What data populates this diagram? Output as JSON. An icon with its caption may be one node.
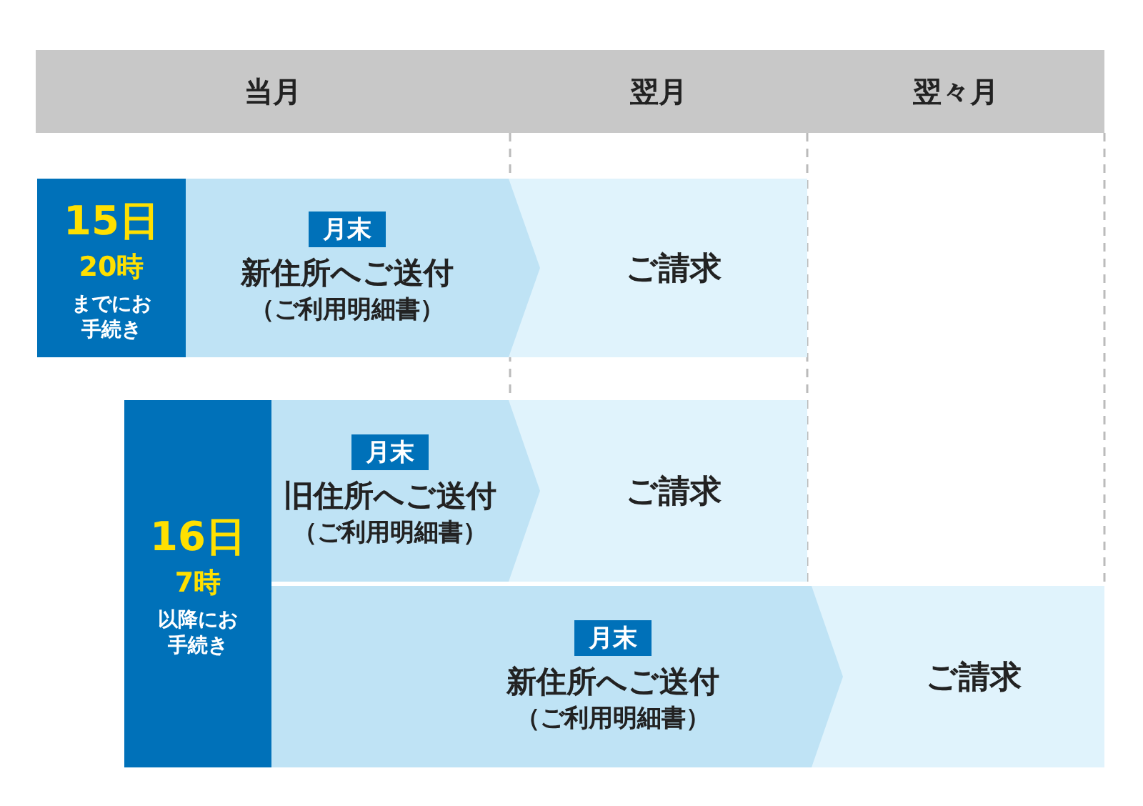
{
  "diagram": {
    "nodes": [
      {
        "text": [
          "当月"
        ]
      },
      {
        "text": [
          "翌月"
        ]
      },
      {
        "text": [
          "翌々月"
        ]
      },
      {
        "text": [
          "15日",
          "20時",
          "までにお手続き"
        ]
      },
      {
        "text": [
          "新住所へご送付",
          "（ご利用明細書）"
        ]
      },
      {
        "text": [
          "月末"
        ],
        "in": 4
      },
      {
        "text": [
          "ご請求"
        ]
      },
      {
        "text": [
          "16日",
          "7時",
          "以降にお手続き"
        ]
      },
      {
        "text": [
          "旧住所へご送付",
          "（ご利用明細書）"
        ]
      },
      {
        "text": [
          "月末"
        ],
        "in": 8
      },
      {
        "text": [
          "ご請求"
        ]
      },
      {
        "text": [
          "新住所へご送付",
          "（ご利用明細書）"
        ]
      },
      {
        "text": [
          "月末"
        ],
        "in": 11
      },
      {
        "text": [
          "ご請求"
        ]
      }
    ]
  }
}
